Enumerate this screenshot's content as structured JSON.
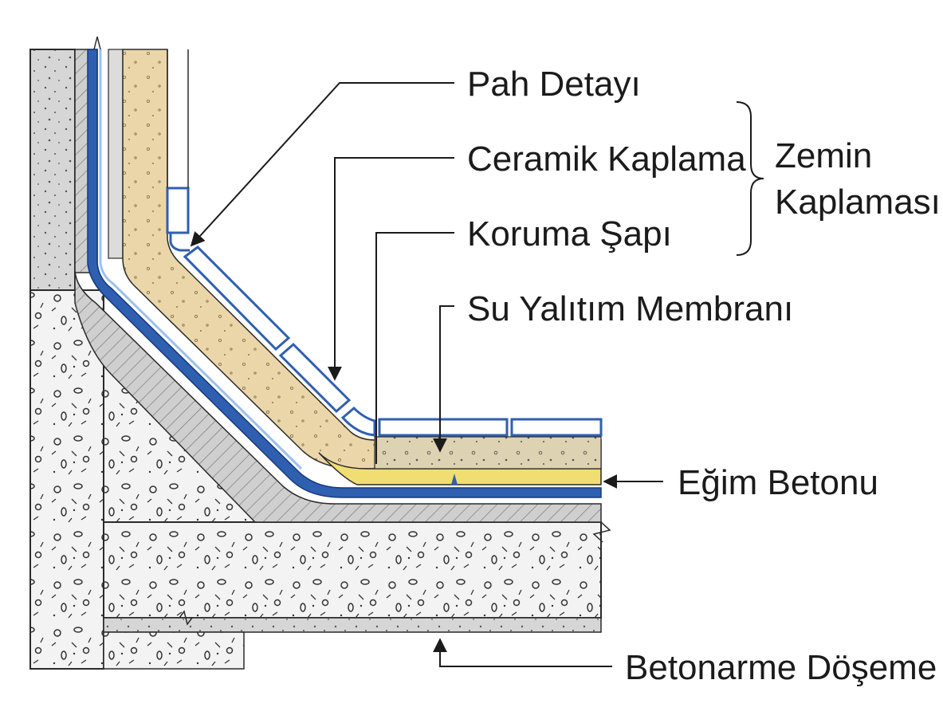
{
  "labels": {
    "pah_detayi": "Pah Detayı",
    "ceramik_kaplama": "Ceramik Kaplama",
    "koruma_sapi": "Koruma Şapı",
    "zemin_kaplamasi_line1": "Zemin",
    "zemin_kaplamasi_line2": "Kaplaması",
    "su_yalitim_membrani": "Su Yalıtım Membranı",
    "egim_betonu": "Eğim Betonu",
    "betonarme_doseme": "Betonarme Döşeme"
  },
  "colors": {
    "screed_tan": "#ead6a8",
    "membrane_blue": "#2f5fb0",
    "slope_concrete_yellow": "#f1de72",
    "plaster_gray": "#c8c8c8",
    "concrete_outline": "#2a2a2a"
  }
}
